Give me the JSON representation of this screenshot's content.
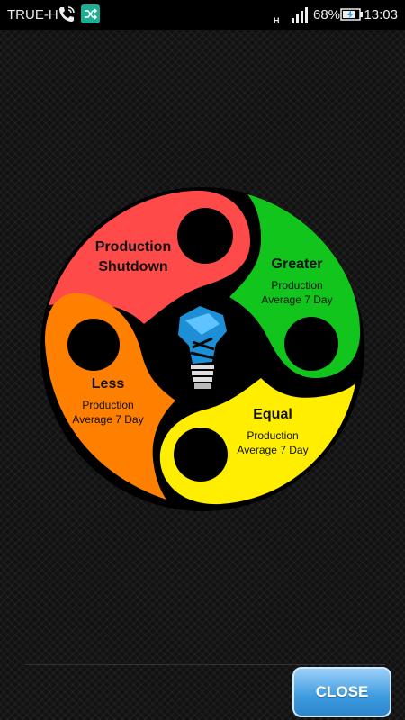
{
  "status_bar": {
    "carrier": "TRUE-H",
    "network_type": "H",
    "battery_percent": "68%",
    "time": "13:03"
  },
  "wheel": {
    "segments": [
      {
        "title_line1": "Production",
        "title_line2": "Shutdown",
        "color": "#ff4a4a"
      },
      {
        "title": "Greater",
        "sub_line1": "Production",
        "sub_line2": "Average 7 Day",
        "color": "#11c51d"
      },
      {
        "title": "Equal",
        "sub_line1": "Production",
        "sub_line2": "Average 7 Day",
        "color": "#ffee00"
      },
      {
        "title": "Less",
        "sub_line1": "Production",
        "sub_line2": "Average 7 Day",
        "color": "#ff7f00"
      }
    ],
    "center_icon": "lightbulb-logo-icon"
  },
  "actions": {
    "close_label": "CLOSE"
  },
  "colors": {
    "accent": "#3d9be0"
  }
}
